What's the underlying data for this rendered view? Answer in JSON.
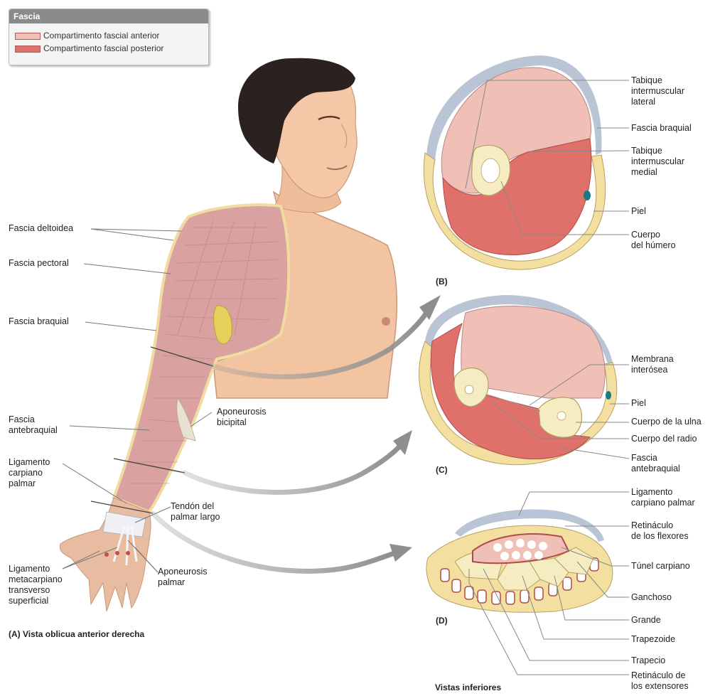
{
  "legend": {
    "title": "Fascia",
    "items": [
      {
        "label": "Compartimento fascial anterior",
        "color": "#f0c0b6"
      },
      {
        "label": "Compartimento fascial posterior",
        "color": "#e0716a"
      }
    ]
  },
  "left_labels": {
    "fascia_deltoidea": "Fascia deltoidea",
    "fascia_pectoral": "Fascia pectoral",
    "fascia_braquial": "Fascia braquial",
    "fascia_antebraquial": "Fascia\nantebraquial",
    "aponeurosis_bicipital": "Aponeurosis\nbicipital",
    "ligamento_carpiano_palmar": "Ligamento\ncarpiano\npalmar",
    "tendon_palmar_largo": "Tendón del\npalmar largo",
    "ligamento_metacarpiano": "Ligamento\nmetacarpiano\ntransverso\nsuperficial",
    "aponeurosis_palmar": "Aponeurosis\npalmar",
    "caption_a": "(A) Vista oblicua anterior derecha"
  },
  "section_b": {
    "panel_label": "(B)",
    "labels": {
      "tabique_lateral": "Tabique\nintermuscular\nlateral",
      "fascia_braquial": "Fascia braquial",
      "tabique_medial": "Tabique\nintermuscular\nmedial",
      "piel": "Piel",
      "cuerpo_humero": "Cuerpo\ndel húmero"
    }
  },
  "section_c": {
    "panel_label": "(C)",
    "labels": {
      "membrana_interosea": "Membrana\ninterósea",
      "piel": "Piel",
      "cuerpo_ulna": "Cuerpo de la ulna",
      "cuerpo_radio": "Cuerpo del radio",
      "fascia_antebraquial": "Fascia\nantebraquial"
    }
  },
  "section_d": {
    "panel_label": "(D)",
    "labels": {
      "ligamento_carpiano_palmar": "Ligamento\ncarpiano palmar",
      "retinaculo_flexores": "Retináculo\nde los flexores",
      "tunel_carpiano": "Túnel carpiano",
      "ganchoso": "Ganchoso",
      "grande": "Grande",
      "trapezoide": "Trapezoide",
      "trapecio": "Trapecio",
      "retinaculo_extensores": "Retináculo de\nlos extensores"
    }
  },
  "caption_views": "Vistas inferiores",
  "colors": {
    "anterior": "#f0c0b6",
    "posterior": "#e0716a",
    "bone": "#f6ecc2",
    "skin_layer": "#f3dfa0",
    "fascia_grey": "#b9c4d4",
    "skin": "#f2c4a2",
    "hair": "#2b2220",
    "arrow": "#8e8e8e",
    "vein": "#1a7a8a"
  }
}
